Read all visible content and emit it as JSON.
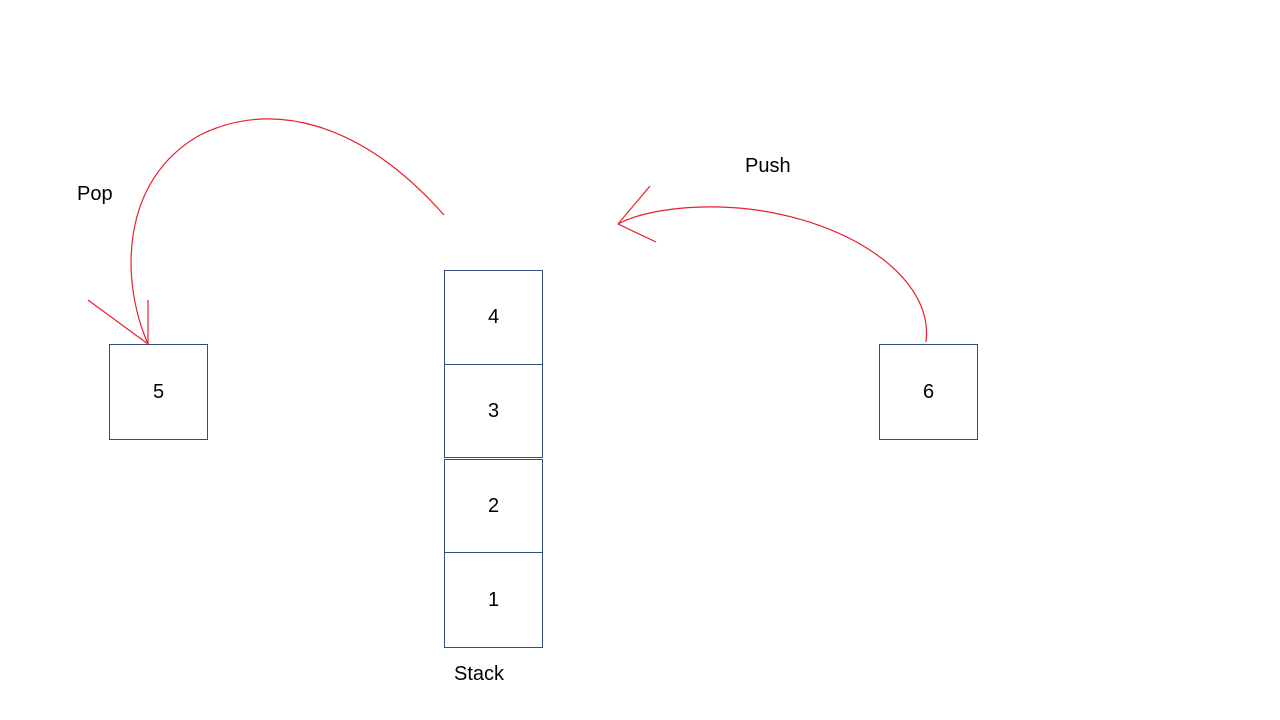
{
  "labels": {
    "pop": "Pop",
    "push": "Push",
    "stack": "Stack"
  },
  "stack": {
    "items": [
      "4",
      "3",
      "2",
      "1"
    ]
  },
  "popped_item": "5",
  "pushed_item": "6",
  "colors": {
    "arrow": "#e8202a",
    "box_border": "#2f4f7f"
  }
}
